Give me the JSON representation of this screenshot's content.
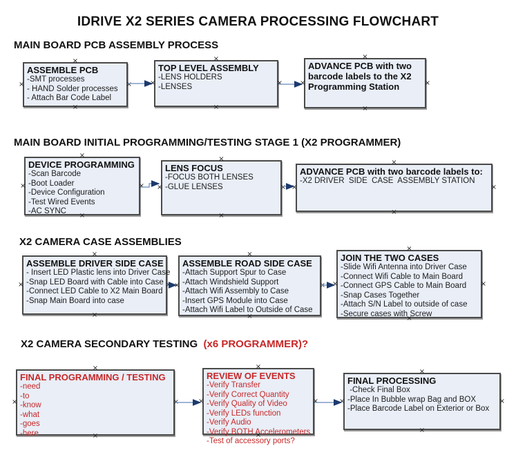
{
  "title": "IDRIVE X2  SERIES CAMERA PROCESSING FLOWCHART",
  "colors": {
    "box_fill": "#e9eef7",
    "box_border": "#4a4a4a",
    "red_text": "#c62828",
    "arrow_line": "#7e9cc5",
    "arrow_head": "#1d3a6d"
  },
  "sections": {
    "s1": "MAIN BOARD PCB ASSEMBLY PROCESS",
    "s2": "MAIN BOARD INITIAL PROGRAMMING/TESTING STAGE 1 (X2 PROGRAMMER)",
    "s3": "X2 CAMERA CASE ASSEMBLIES",
    "s4_black": "X2 CAMERA SECONDARY TESTING  ",
    "s4_red": "(x6 PROGRAMMER)?"
  },
  "boxes": {
    "assemble_pcb": {
      "title": "ASSEMBLE PCB",
      "items": [
        "-SMT processes",
        "- HAND Solder processes",
        "- Attach Bar Code Label"
      ]
    },
    "top_level_assembly": {
      "title": "TOP LEVEL ASSEMBLY",
      "items": [
        "-LENS HOLDERS",
        "-LENSES"
      ]
    },
    "advance_pcb_programming_station": {
      "title": "ADVANCE PCB with two barcode labels to the  X2 Programming Station",
      "items": []
    },
    "device_programming": {
      "title": "DEVICE PROGRAMMING",
      "items": [
        "-Scan Barcode",
        "-Boot Loader",
        "-Device Configuration",
        "-Test Wired Events",
        "-AC SYNC"
      ]
    },
    "lens_focus": {
      "title": "LENS FOCUS",
      "items": [
        "-FOCUS BOTH LENSES",
        "-GLUE LENSES"
      ]
    },
    "advance_pcb_driver_side": {
      "title": "ADVANCE PCB with two barcode labels to:",
      "items": [
        "-X2 DRIVER  SIDE  CASE  ASSEMBLY STATION"
      ]
    },
    "assemble_driver_side_case": {
      "title": "ASSEMBLE DRIVER SIDE CASE",
      "items": [
        "- Insert LED Plastic lens into Driver Case",
        "-Snap LED Board with Cable into Case",
        "-Connect LED Cable to X2 Main Board",
        "-Snap Main Board into case"
      ]
    },
    "assemble_road_side_case": {
      "title": "ASSEMBLE ROAD SIDE CASE",
      "items": [
        "-Attach Support Spur to Case",
        "-Attach Windshield Support",
        "-Attach Wifi Assembly to Case",
        "-Insert GPS Module into Case",
        "-Attach Wifi Label to Outside of Case"
      ]
    },
    "join_the_two_cases": {
      "title": "JOIN THE TWO CASES",
      "items": [
        "-Slide Wifi Antenna into Driver Case",
        "-Connect Wifi Cable to Main Board",
        "-Connect GPS Cable to Main Board",
        "-Snap Cases Together",
        "-Attach S/N Label to outside of case",
        "-Secure cases with Screw"
      ]
    },
    "final_programming_testing": {
      "title": "FINAL PROGRAMMING / TESTING",
      "items": [
        "-need",
        "-to",
        "-know",
        "-what",
        "-goes",
        "-here"
      ]
    },
    "review_of_events": {
      "title": "REVIEW OF EVENTS",
      "items": [
        "-Verify Transfer",
        "-Verify Correct Quantity",
        "-Verify Quality of Video",
        "-Verify LEDs function",
        "-Verify Audio",
        "-Verify BOTH Accelerometers",
        "-Test of accessory ports?"
      ]
    },
    "final_processing": {
      "title": "FINAL PROCESSING",
      "items": [
        " -Check Final Box",
        "-Place In Bubble wrap Bag and BOX",
        "-Place Barcode Label on Exterior or Box"
      ]
    }
  }
}
